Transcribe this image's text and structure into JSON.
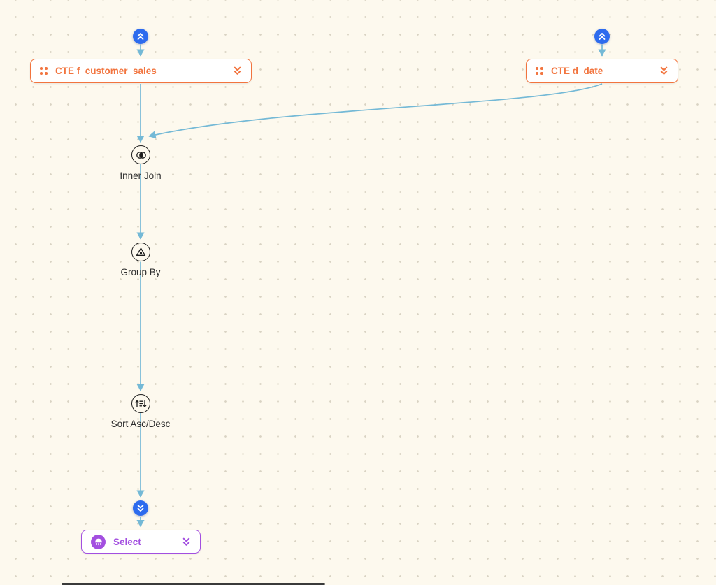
{
  "colors": {
    "canvas_bg": "#fdf9ee",
    "dot": "#d9d3c3",
    "edge_blue": "#74b9d6",
    "handle_blue": "#2d6bee",
    "cte_accent": "#f2743e",
    "select_accent": "#a34fe0",
    "op_icon_border": "#1c1c1c",
    "op_label": "#2e2e2e",
    "node_bg": "#ffffff"
  },
  "nodes": {
    "cte_f_customer_sales": {
      "label": "CTE f_customer_sales"
    },
    "cte_d_date": {
      "label": "CTE d_date"
    },
    "inner_join": {
      "label": "Inner Join"
    },
    "group_by": {
      "label": "Group By"
    },
    "sort": {
      "label": "Sort Asc/Desc"
    },
    "select": {
      "label": "Select"
    }
  },
  "icons": {
    "drag_handle": "grid-dots",
    "collapse_chevron": "double-chevron-down",
    "input_port": "double-chevron-up-in-blue-circle",
    "output_port": "double-chevron-down-in-blue-circle",
    "inner_join": "overlapping-circles",
    "group_by": "triangle",
    "sort": "asc-desc-arrows-with-lines",
    "select": "jellyfish"
  }
}
